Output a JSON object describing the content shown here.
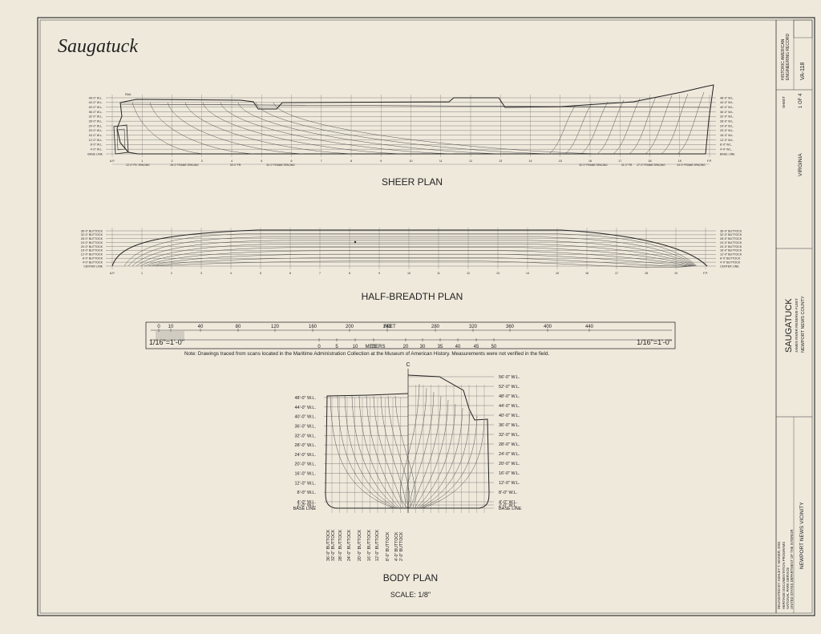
{
  "title": "Saugatuck",
  "sheer_plan": {
    "heading": "SHEER PLAN",
    "wl_labels": [
      "48'-0\" W.L.",
      "44'-0\" W.L.",
      "40'-0\" W.L.",
      "36'-0\" W.L.",
      "32'-0\" W.L.",
      "28'-0\" W.L.",
      "24'-0\" W.L.",
      "20'-0\" W.L.",
      "16'-0\" W.L.",
      "12'-0\" W.L.",
      "8'-0\" W.L.",
      "4'-0\" W.L.",
      "BASE LINE"
    ],
    "spacing_labels": [
      "22'-0\" FR. SPACING",
      "28'-0\" FRAME SPACING",
      "30'-0\" FR.",
      "32'-0\" FRAME SPACING",
      "32'-0\" FRAME SPACING",
      "31'-0\" FR.",
      "27'-0\" FRAME SPACING",
      "24'-0\" FRAME SPACING"
    ],
    "rail_label": "RAIL",
    "station_labels": [
      "A.P.",
      "1",
      "2",
      "3",
      "4",
      "5",
      "6",
      "7",
      "8",
      "9",
      "10",
      "11",
      "12",
      "13",
      "14",
      "15",
      "16",
      "17",
      "18",
      "19",
      "F.P."
    ]
  },
  "half_breadth_plan": {
    "heading": "HALF-BREADTH PLAN",
    "buttock_labels": [
      "36'-0\" BUTTOCK",
      "32'-0\" BUTTOCK",
      "28'-0\" BUTTOCK",
      "24'-0\" BUTTOCK",
      "20'-0\" BUTTOCK",
      "16'-0\" BUTTOCK",
      "12'-0\" BUTTOCK",
      "8'-0\" BUTTOCK",
      "4'-0\" BUTTOCK",
      "CENTER LINE"
    ],
    "station_labels": [
      "A.P.",
      "1",
      "2",
      "3",
      "4",
      "5",
      "6",
      "7",
      "8",
      "9",
      "10",
      "11",
      "12",
      "13",
      "14",
      "15",
      "16",
      "17",
      "18",
      "19",
      "F.P."
    ]
  },
  "scale_bar": {
    "feet_ticks": [
      "0",
      "10",
      "40",
      "80",
      "120",
      "160",
      "200",
      "240",
      "280",
      "320",
      "360",
      "400",
      "440"
    ],
    "feet_label": "FEET",
    "meters_ticks": [
      "0",
      "5",
      "10",
      "15",
      "20",
      "30",
      "35",
      "40",
      "45",
      "50"
    ],
    "meters_label": "METERS",
    "scale_left": "1/16\"=1'-0\"",
    "scale_right": "1/16\"=1'-0\""
  },
  "note": "Note: Drawings traced from scans located in the Maritime Administration Collection at the Museum of American History. Measurements were not verified in the field.",
  "body_plan": {
    "heading": "BODY PLAN",
    "scale": "SCALE: 1/8\"",
    "centerline_mark": "C",
    "left_wl": [
      "48'-0\" W.L.",
      "44'-0\" W.L.",
      "40'-0\" W.L.",
      "36'-0\" W.L.",
      "32'-0\" W.L.",
      "28'-0\" W.L.",
      "24'-0\" W.L.",
      "20'-0\" W.L.",
      "16'-0\" W.L.",
      "12'-0\" W.L.",
      "8'-0\" W.L.",
      "4'-0\" W.L.",
      "2'-0\" W.L.",
      "BASE LINE"
    ],
    "right_wl": [
      "56'-0\" W.L.",
      "52'-0\" W.L.",
      "48'-0\" W.L.",
      "44'-0\" W.L.",
      "40'-0\" W.L.",
      "36'-0\" W.L.",
      "32'-0\" W.L.",
      "28'-0\" W.L.",
      "24'-0\" W.L.",
      "20'-0\" W.L.",
      "16'-0\" W.L.",
      "12'-0\" W.L.",
      "8'-0\" W.L.",
      "4'-0\" W.L.",
      "2'-0\" W.L.",
      "BASE LINE"
    ],
    "buttocks": [
      "36'-0\" BUTTOCK",
      "32'-0\" BUTTOCK",
      "28'-0\" BUTTOCK",
      "24'-0\" BUTTOCK",
      "20'-0\" BUTTOCK",
      "16'-0\" BUTTOCK",
      "12'-0\" BUTTOCK",
      "8'-0\" BUTTOCK",
      "4'-0\" BUTTOCK",
      "2'-0\" BUTTOCK"
    ]
  },
  "title_block": {
    "survey_lines": [
      "HISTORIC AMERICAN",
      "ENGINEERING RECORD"
    ],
    "record_number": "VA-118",
    "state": "VIRGINIA",
    "sheet_label": "SHEET",
    "sheet_number": "1 OF 4",
    "ship_name": "SAUGATUCK",
    "ship_subtitle": "JAMES RIVER RESERVE FLEET",
    "county": "NEWPORT NEWS COUNTY",
    "location": "NEWPORT NEWS VICINITY",
    "delineator": "DELINEATED BY: ASHLEY T. MAINER, 2004",
    "agency_lines": [
      "HERITAGE DOCUMENTATION PROGRAMS",
      "NATIONAL PARK SERVICE",
      "UNITED STATES DEPARTMENT OF THE INTERIOR"
    ]
  },
  "colors": {
    "paper": "#efe9dc",
    "ink": "#222222"
  }
}
